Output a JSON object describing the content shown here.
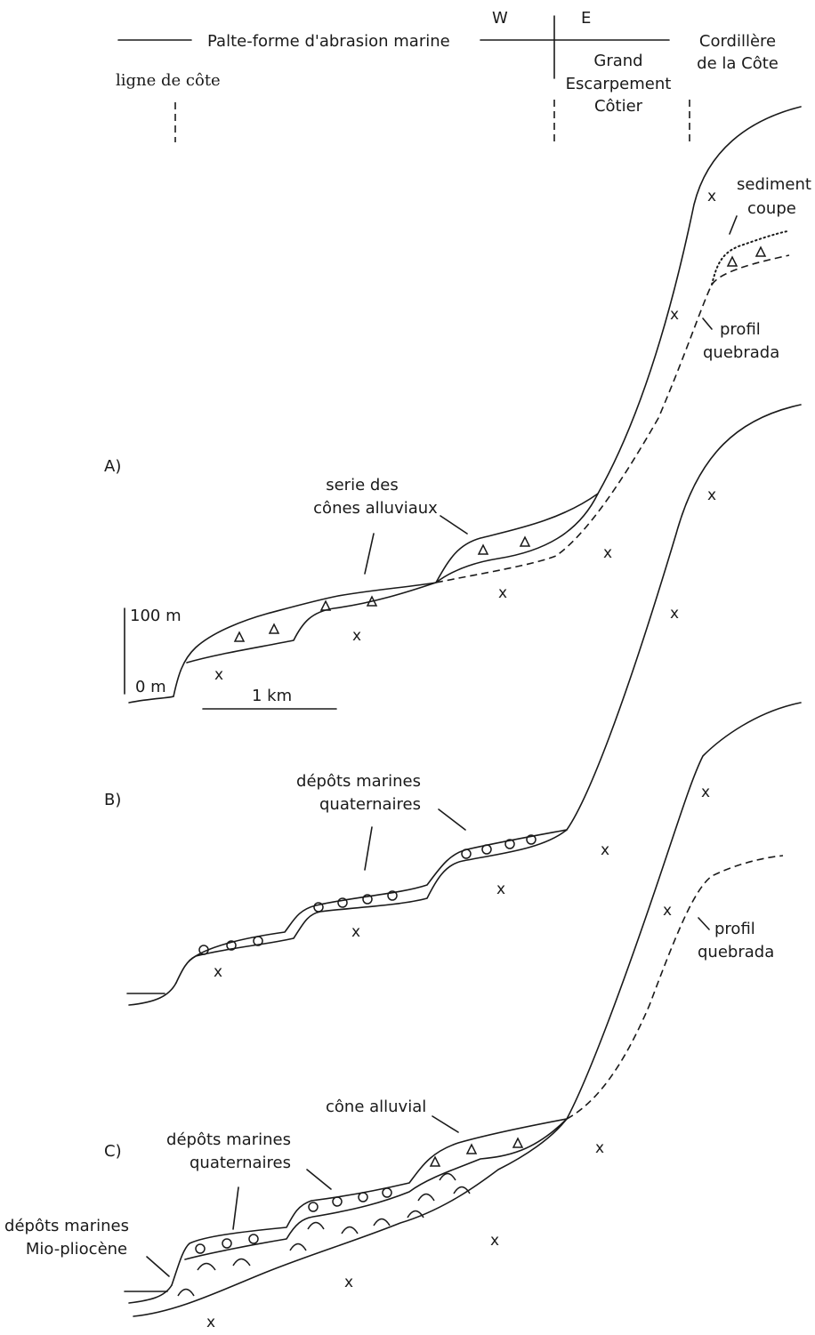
{
  "header": {
    "platform_label": "Palte-forme d'abrasion marine",
    "coastline_label": "ligne de côte",
    "west_label": "W",
    "east_label": "E",
    "escarpment_label": [
      "Grand",
      "Escarpement",
      "Côtier"
    ],
    "cordillera_label": [
      "Cordillère",
      "de la Côte"
    ]
  },
  "panel_a": {
    "letter": "A)",
    "alluvial_label": [
      "serie des",
      "cônes alluviaux"
    ],
    "sediment_label": [
      "sediment",
      "coupe"
    ],
    "quebrada_label": [
      "profil",
      "quebrada"
    ],
    "scale_100": "100 m",
    "scale_0": "0 m",
    "scale_km": "1 km"
  },
  "panel_b": {
    "letter": "B)",
    "marine_label": [
      "dépôts marines",
      "quaternaires"
    ],
    "quebrada_label": [
      "profil",
      "quebrada"
    ]
  },
  "panel_c": {
    "letter": "C)",
    "cone_label": "cône alluvial",
    "marine_q_label": [
      "dépôts marines",
      "quaternaires"
    ],
    "marine_mp_label": [
      "dépôts marines",
      "Mio-pliocène"
    ]
  },
  "bedrock_symbol": "x"
}
